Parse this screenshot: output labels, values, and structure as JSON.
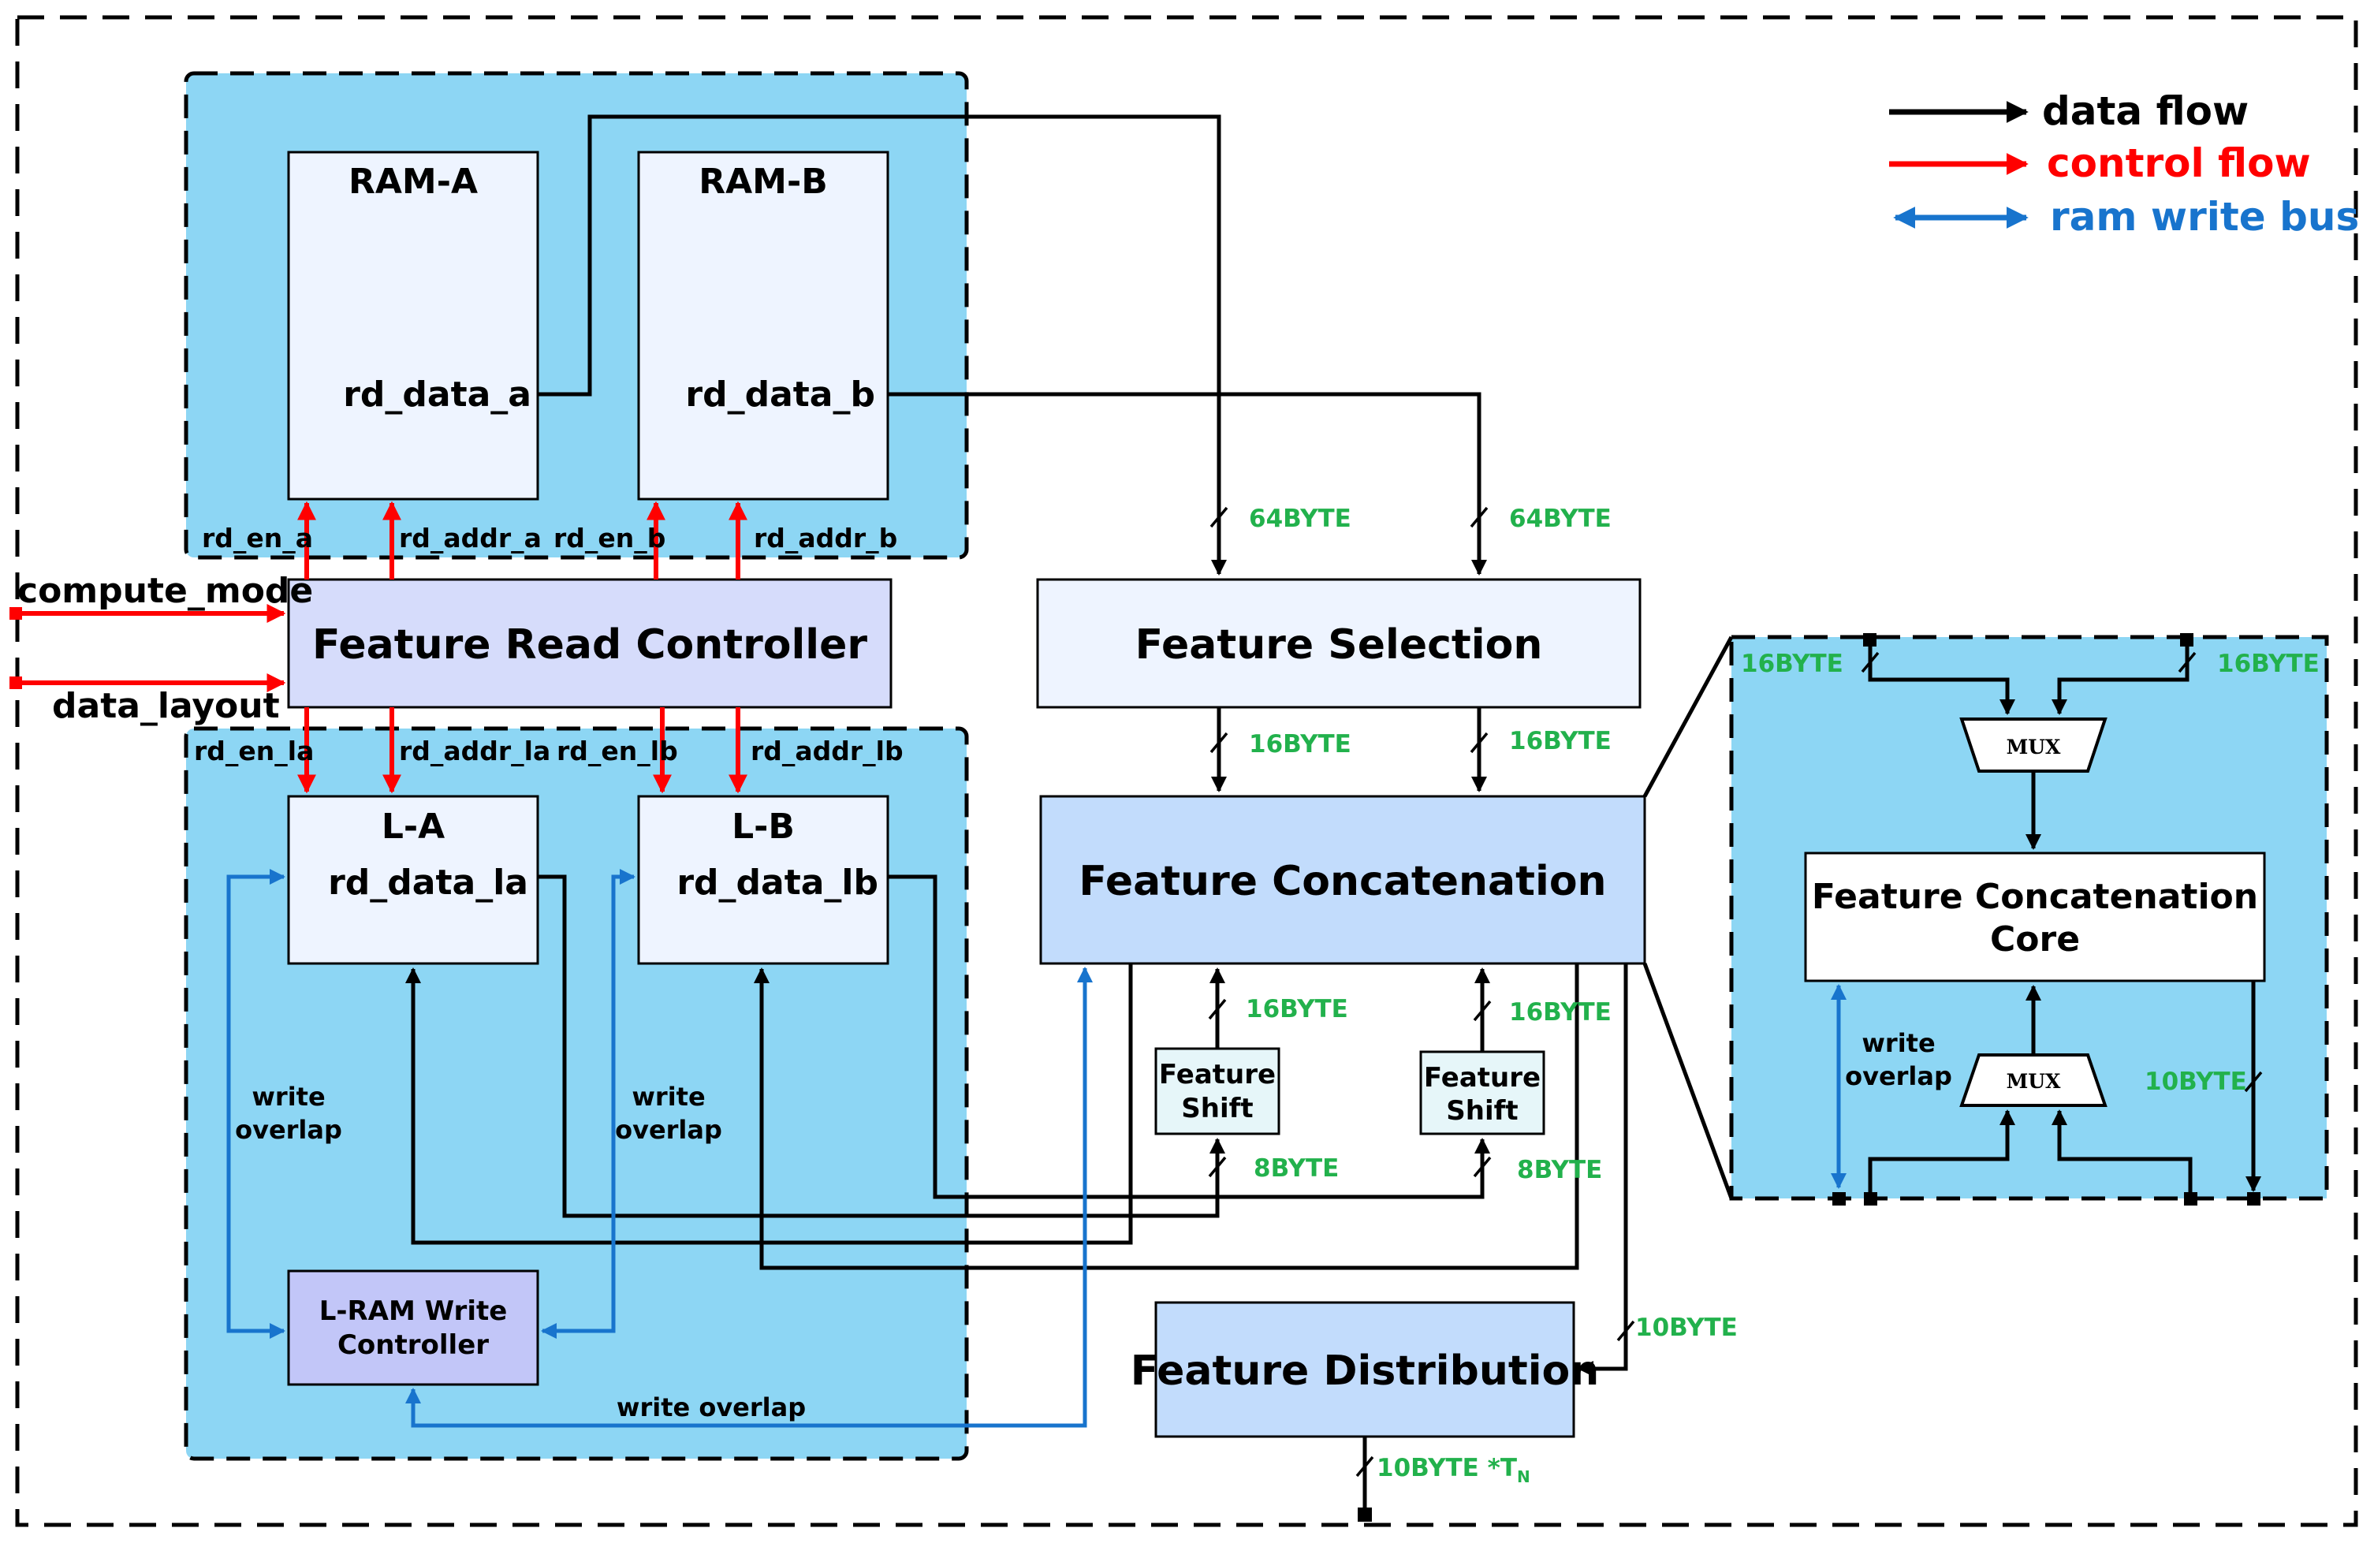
{
  "legend": {
    "data_flow": "data flow",
    "control_flow": "control flow",
    "ram_write_bus": "ram write bus"
  },
  "colors": {
    "data": "#000000",
    "control": "#ff0000",
    "ram_write": "#1874cd",
    "region_fill": "#8dd6f4",
    "bus_width_text": "#22b14c"
  },
  "blocks": {
    "ram_a": "RAM-A",
    "ram_b": "RAM-B",
    "l_a": "L-A",
    "l_b": "L-B",
    "feature_read_controller": "Feature Read Controller",
    "feature_selection": "Feature Selection",
    "feature_concatenation": "Feature Concatenation",
    "feature_shift_1": [
      "Feature",
      "Shift"
    ],
    "feature_shift_2": [
      "Feature",
      "Shift"
    ],
    "feature_distribution": "Feature Distribution",
    "lram_write_controller": [
      "L-RAM Write",
      "Controller"
    ],
    "concat_core": [
      "Feature Concatenation",
      "Core"
    ],
    "mux": "MUX"
  },
  "ports": {
    "rd_data_a": "rd_data_a",
    "rd_data_b": "rd_data_b",
    "rd_data_la": "rd_data_la",
    "rd_data_lb": "rd_data_lb"
  },
  "signals": {
    "rd_en_a": "rd_en_a",
    "rd_addr_a": "rd_addr_a",
    "rd_en_b": "rd_en_b",
    "rd_addr_b": "rd_addr_b",
    "rd_en_la": "rd_en_la",
    "rd_addr_la": "rd_addr_la",
    "rd_en_lb": "rd_en_lb",
    "rd_addr_lb": "rd_addr_lb",
    "compute_mode": "compute_mode",
    "data_layout": "data_layout"
  },
  "write_overlap": {
    "label_line1": "write",
    "label_line2": "overlap",
    "full": "write overlap"
  },
  "bus_widths": {
    "b64": "64BYTE",
    "b16": "16BYTE",
    "b8": "8BYTE",
    "b10": "10BYTE",
    "b10_tn": "10BYTE *T",
    "tn_sub": "N"
  }
}
